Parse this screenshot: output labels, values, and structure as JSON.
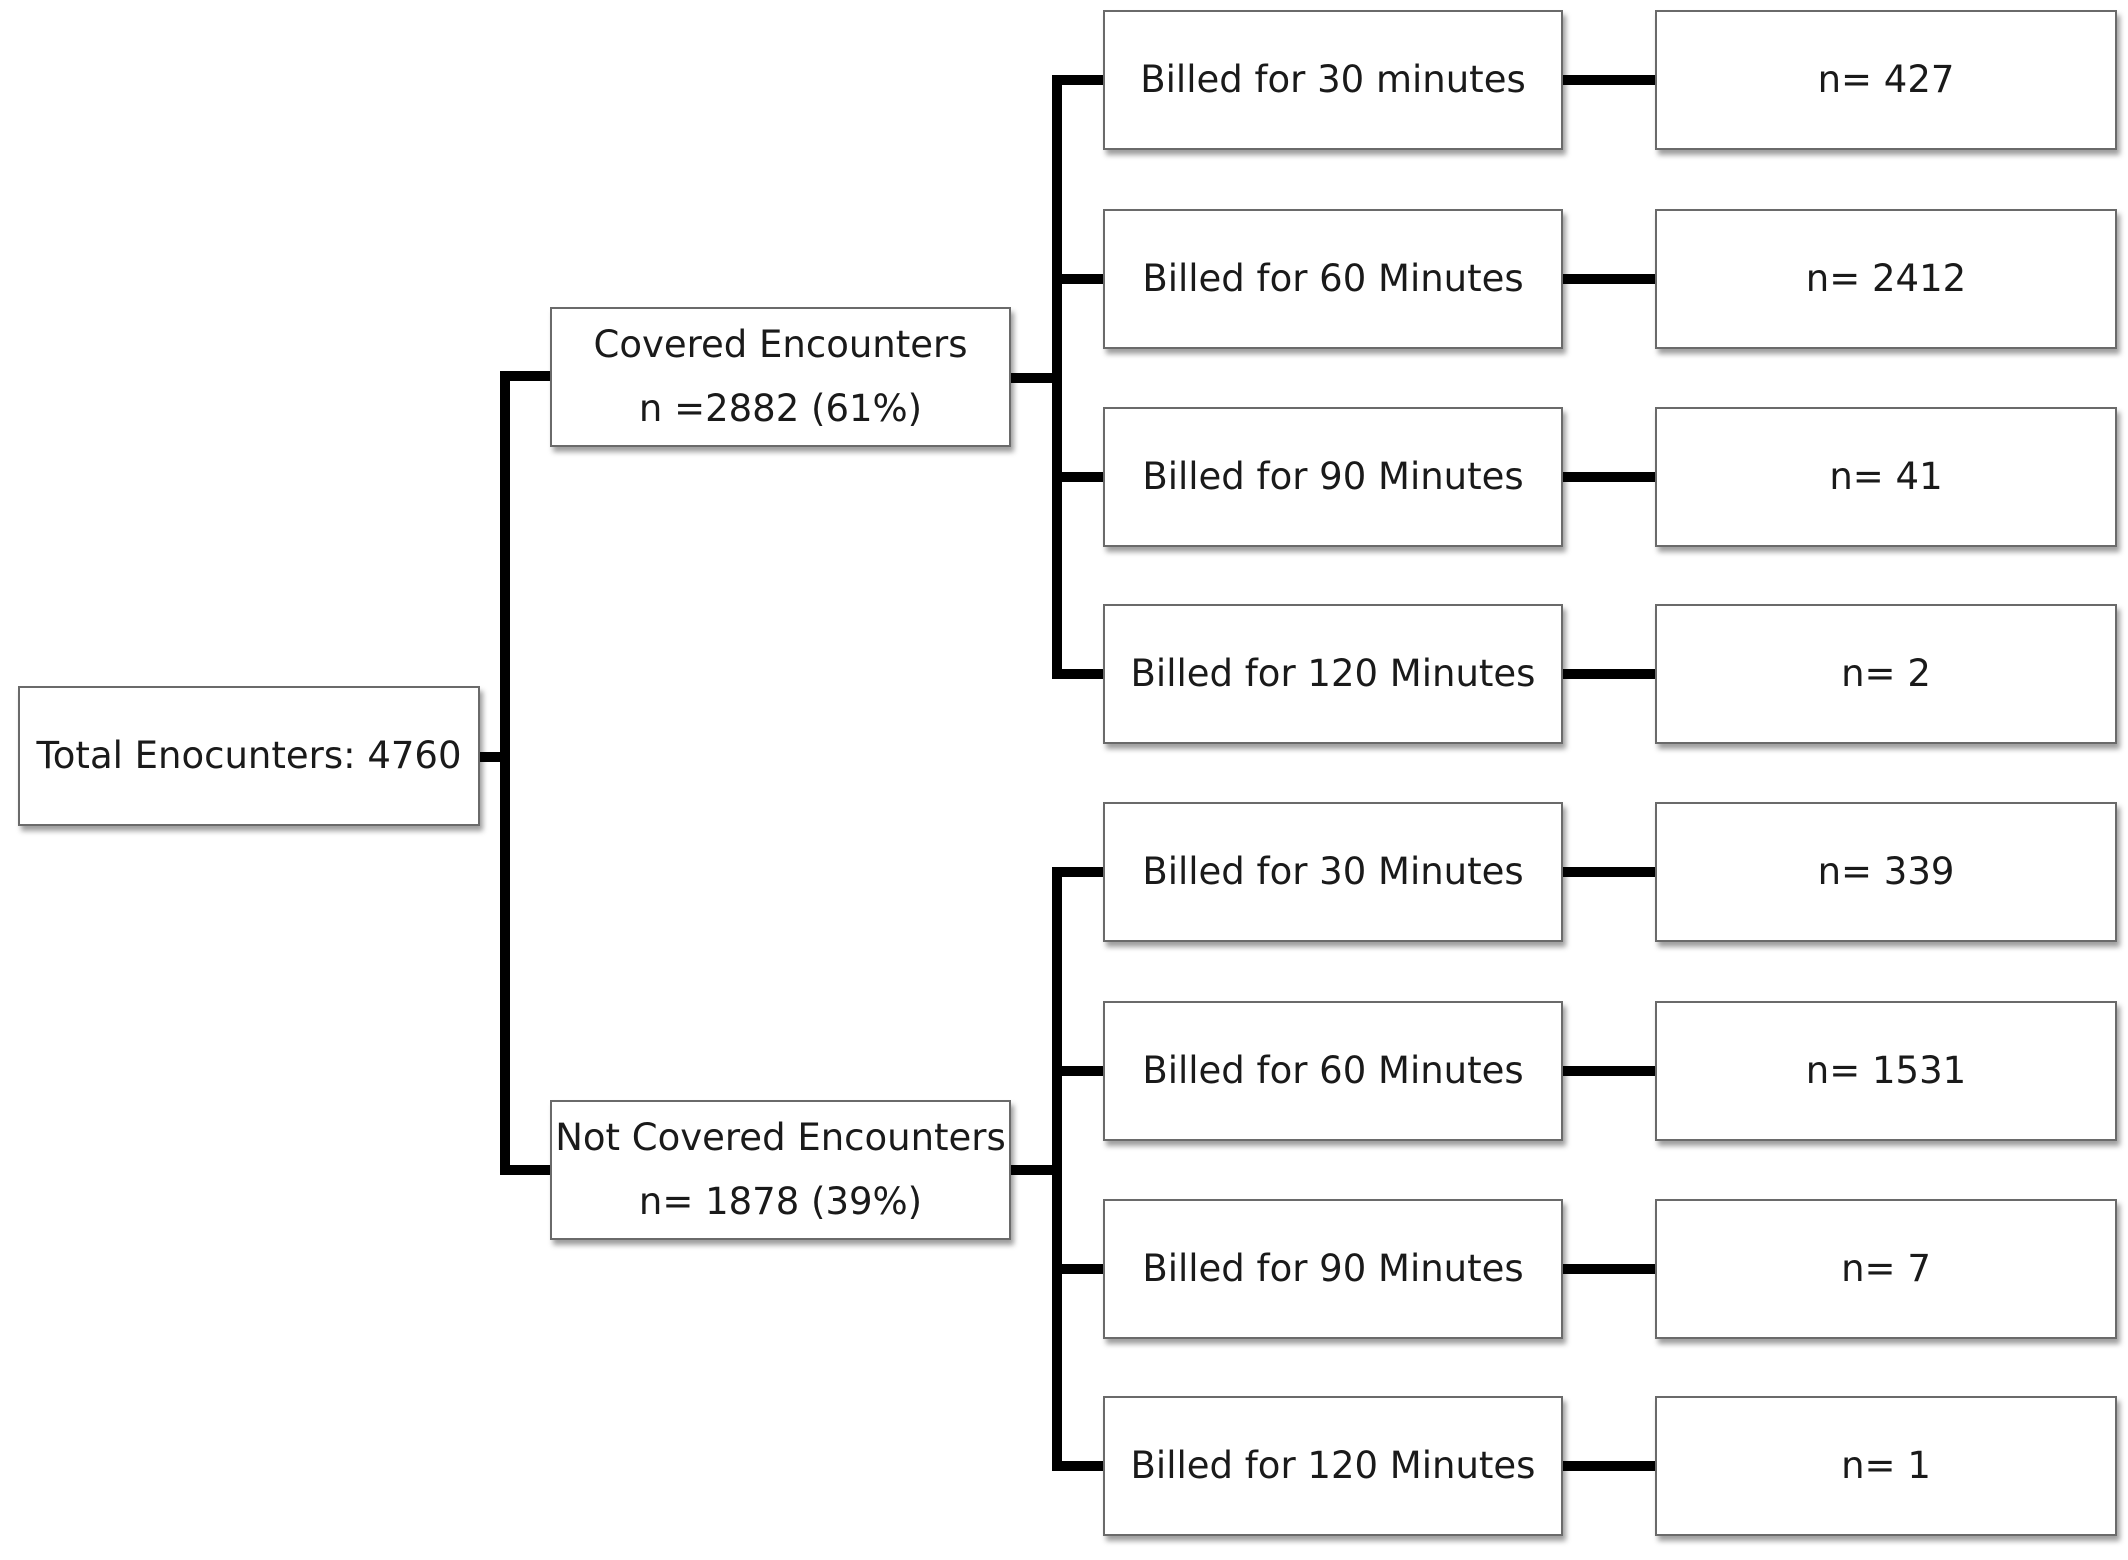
{
  "root": {
    "label": "Total Enocunters: 4760"
  },
  "groups": [
    {
      "label": "Covered Encounters",
      "count": "n =2882 (61%)",
      "items": [
        {
          "label": "Billed for 30 minutes",
          "count": "n= 427"
        },
        {
          "label": "Billed for 60 Minutes",
          "count": "n= 2412"
        },
        {
          "label": "Billed for 90 Minutes",
          "count": "n= 41"
        },
        {
          "label": "Billed for 120 Minutes",
          "count": "n= 2"
        }
      ]
    },
    {
      "label": "Not Covered Encounters",
      "count": "n= 1878 (39%)",
      "items": [
        {
          "label": "Billed for 30 Minutes",
          "count": "n= 339"
        },
        {
          "label": "Billed for 60 Minutes",
          "count": "n= 1531"
        },
        {
          "label": "Billed for 90 Minutes",
          "count": "n= 7"
        },
        {
          "label": "Billed for 120 Minutes",
          "count": "n= 1"
        }
      ]
    }
  ],
  "colors": {
    "connector": "#000000",
    "box_border": "#6a6a6a"
  }
}
